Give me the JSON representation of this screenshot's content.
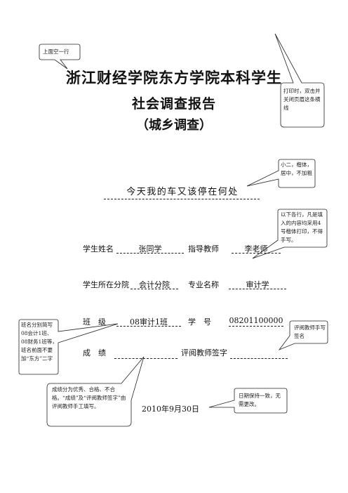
{
  "titles": {
    "line1": "浙江财经学院东方学院本科学生",
    "line2": "社会调查报告",
    "line3": "（城乡调查）"
  },
  "topic": "今天我的车又该停在何处",
  "fields": {
    "student_name_label": "学生姓名",
    "student_name": "张同学",
    "advisor_label": "指导教师",
    "advisor": "李老师",
    "department_label": "学生所在分院",
    "department": "会计分院",
    "major_label": "专业名称",
    "major": "审计学",
    "class_label": "班　级",
    "class": "08审计1班",
    "student_id_label": "学　号",
    "student_id": "08201100000",
    "grade_label": "成　绩",
    "grade": "",
    "reviewer_label": "评阅教师签字",
    "reviewer": ""
  },
  "date": "2010年9月30日",
  "callouts": {
    "top_blank": "上面空一行",
    "header_line": "打印时，双击并关闭页眉这条横线",
    "topic_font": "小二，楷体，居中，不加粗",
    "fill_font": "以下各行，凡是填入的内容均采用4号楷体打印，不得手写。",
    "class_naming": "班名分别简写08会计1班、08财务1班等，班名前面不要加“东方”二字",
    "reviewer_sign": "评阅教师手写签名",
    "grade_note": "成绩分为优秀、合格、不合格。“成绩”及“评阅教师签字”由评阅教师手工填写。",
    "date_note": "日期保持一致，无需更改。"
  }
}
